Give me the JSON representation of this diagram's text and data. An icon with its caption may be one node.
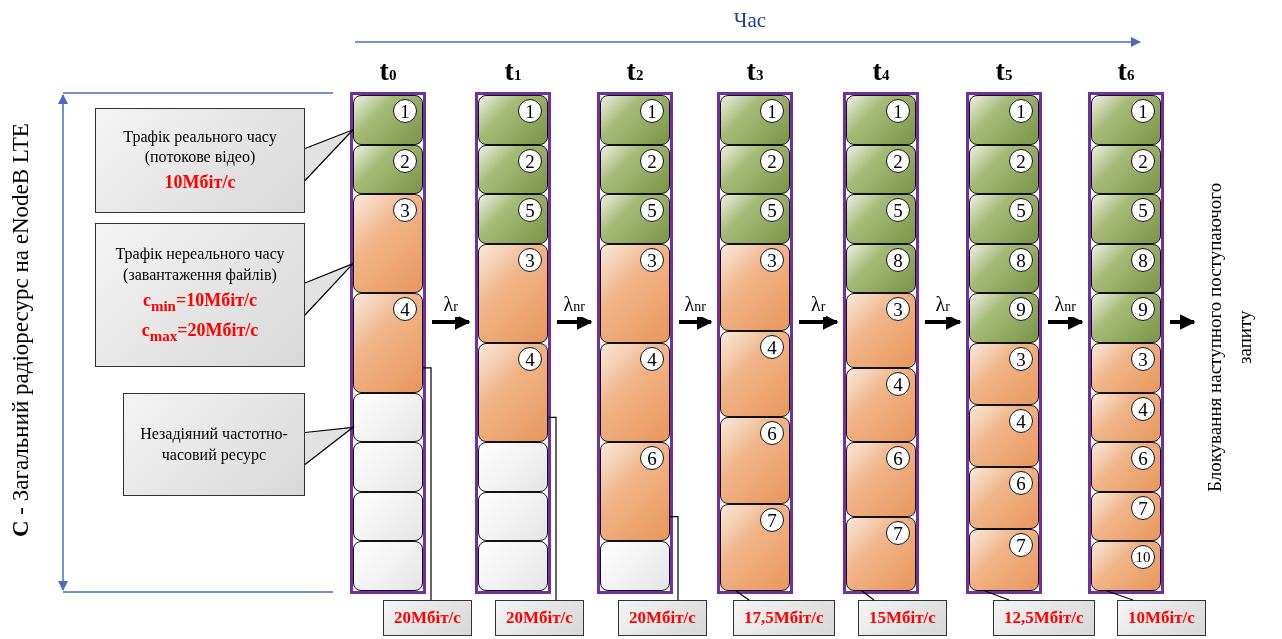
{
  "diagram": {
    "nodes": [
      {
        "text": [
          "Трафік реального часу (потокове відео)",
          "10Мбіт/с"
        ]
      },
      {
        "text": [
          "Трафік нереального часу (завантаження файлів)",
          "c$_{min}$=10Мбіт/с",
          "c$_{max}$=20Мбіт/с"
        ]
      },
      {
        "text": [
          "Незадіяний частотно-часовий ресурс"
        ]
      },
      {
        "text": [
          "t$_{0}$"
        ]
      },
      {
        "text": [
          "1"
        ],
        "in": 3
      },
      {
        "text": [
          "2"
        ],
        "in": 3
      },
      {
        "text": [
          "3"
        ],
        "in": 3
      },
      {
        "text": [
          "4"
        ],
        "in": 3
      },
      {
        "text": [],
        "shape": "box",
        "in": 3
      },
      {
        "text": [],
        "shape": "box",
        "in": 3
      },
      {
        "text": [],
        "shape": "box",
        "in": 3
      },
      {
        "text": [],
        "shape": "box",
        "in": 3
      },
      {
        "text": [
          "t$_{1}$"
        ]
      },
      {
        "text": [
          "1"
        ],
        "in": 12
      },
      {
        "text": [
          "2"
        ],
        "in": 12
      },
      {
        "text": [
          "5"
        ],
        "in": 12
      },
      {
        "text": [
          "3"
        ],
        "in": 12
      },
      {
        "text": [
          "4"
        ],
        "in": 12
      },
      {
        "text": [],
        "shape": "box",
        "in": 12
      },
      {
        "text": [],
        "shape": "box",
        "in": 12
      },
      {
        "text": [],
        "shape": "box",
        "in": 12
      },
      {
        "text": [
          "t$_{2}$"
        ]
      },
      {
        "text": [
          "1"
        ],
        "in": 21
      },
      {
        "text": [
          "2"
        ],
        "in": 21
      },
      {
        "text": [
          "5"
        ],
        "in": 21
      },
      {
        "text": [
          "3"
        ],
        "in": 21
      },
      {
        "text": [
          "4"
        ],
        "in": 21
      },
      {
        "text": [
          "6"
        ],
        "in": 21
      },
      {
        "text": [],
        "shape": "box",
        "in": 21
      },
      {
        "text": [
          "t$_{3}$"
        ]
      },
      {
        "text": [
          "1"
        ],
        "in": 29
      },
      {
        "text": [
          "2"
        ],
        "in": 29
      },
      {
        "text": [
          "5"
        ],
        "in": 29
      },
      {
        "text": [
          "3"
        ],
        "in": 29
      },
      {
        "text": [
          "4"
        ],
        "in": 29
      },
      {
        "text": [
          "6"
        ],
        "in": 29
      },
      {
        "text": [
          "7"
        ],
        "in": 29
      },
      {
        "text": [
          "t$_{4}$"
        ]
      },
      {
        "text": [
          "1"
        ],
        "in": 37
      },
      {
        "text": [
          "2"
        ],
        "in": 37
      },
      {
        "text": [
          "5"
        ],
        "in": 37
      },
      {
        "text": [
          "8"
        ],
        "in": 37
      },
      {
        "text": [
          "3"
        ],
        "in": 37
      },
      {
        "text": [
          "4"
        ],
        "in": 37
      },
      {
        "text": [
          "6"
        ],
        "in": 37
      },
      {
        "text": [
          "7"
        ],
        "in": 37
      },
      {
        "text": [
          "t$_{5}$"
        ]
      },
      {
        "text": [
          "1"
        ],
        "in": 46
      },
      {
        "text": [
          "2"
        ],
        "in": 46
      },
      {
        "text": [
          "5"
        ],
        "in": 46
      },
      {
        "text": [
          "8"
        ],
        "in": 46
      },
      {
        "text": [
          "9"
        ],
        "in": 46
      },
      {
        "text": [
          "3"
        ],
        "in": 46
      },
      {
        "text": [
          "4"
        ],
        "in": 46
      },
      {
        "text": [
          "6"
        ],
        "in": 46
      },
      {
        "text": [
          "7"
        ],
        "in": 46
      },
      {
        "text": [
          "t$_{6}$"
        ]
      },
      {
        "text": [
          "1"
        ],
        "in": 56
      },
      {
        "text": [
          "2"
        ],
        "in": 56
      },
      {
        "text": [
          "5"
        ],
        "in": 56
      },
      {
        "text": [
          "8"
        ],
        "in": 56
      },
      {
        "text": [
          "9"
        ],
        "in": 56
      },
      {
        "text": [
          "3"
        ],
        "in": 56
      },
      {
        "text": [
          "4"
        ],
        "in": 56
      },
      {
        "text": [
          "6"
        ],
        "in": 56
      },
      {
        "text": [
          "7"
        ],
        "in": 56
      },
      {
        "text": [
          "10"
        ],
        "in": 56
      },
      {
        "text": [
          "Блокування наступного поступаючого запиту"
        ]
      },
      {
        "text": [
          "20Мбіт/с"
        ]
      },
      {
        "text": [
          "20Мбіт/с"
        ]
      },
      {
        "text": [
          "20Мбіт/с"
        ]
      },
      {
        "text": [
          "17,5Мбіт/с"
        ]
      },
      {
        "text": [
          "15Мбіт/с"
        ]
      },
      {
        "text": [
          "12,5Мбіт/с"
        ]
      },
      {
        "text": [
          "10Мбіт/с"
        ]
      }
    ],
    "edges": [
      {
        "from": 0,
        "to": 4,
        "arrow": "to"
      },
      {
        "from": 1,
        "to": 6,
        "arrow": "to"
      },
      {
        "from": 2,
        "to": 8,
        "arrow": "to"
      },
      {
        "from": 3,
        "to": 12,
        "arrow": "to",
        "label": "λ$_{r}$",
        "style": "thick"
      },
      {
        "from": 12,
        "to": 21,
        "arrow": "to",
        "label": "λ$_{nr}$",
        "style": "thick"
      },
      {
        "from": 21,
        "to": 29,
        "arrow": "to",
        "label": "λ$_{nr}$",
        "style": "thick"
      },
      {
        "from": 29,
        "to": 37,
        "arrow": "to",
        "label": "λ$_{r}$",
        "style": "thick"
      },
      {
        "from": 37,
        "to": 46,
        "arrow": "to",
        "label": "λ$_{r}$",
        "style": "thick"
      },
      {
        "from": 46,
        "to": 56,
        "arrow": "to",
        "label": "λ$_{nr}$",
        "style": "thick"
      },
      {
        "from": 56,
        "to": 67,
        "arrow": "to",
        "style": "thick"
      },
      {
        "from": 68,
        "to": 7,
        "arrow": "none"
      },
      {
        "from": 69,
        "to": 17,
        "arrow": "none"
      },
      {
        "from": 70,
        "to": 27,
        "arrow": "none"
      },
      {
        "from": 71,
        "to": 36,
        "arrow": "none"
      },
      {
        "from": 72,
        "to": 45,
        "arrow": "none"
      },
      {
        "from": 73,
        "to": 55,
        "arrow": "none"
      },
      {
        "from": 74,
        "to": 66,
        "arrow": "none"
      }
    ],
    "labels": [
      "Час",
      "**С** - Загальний радіоресурс на eNodeB LTE"
    ]
  }
}
